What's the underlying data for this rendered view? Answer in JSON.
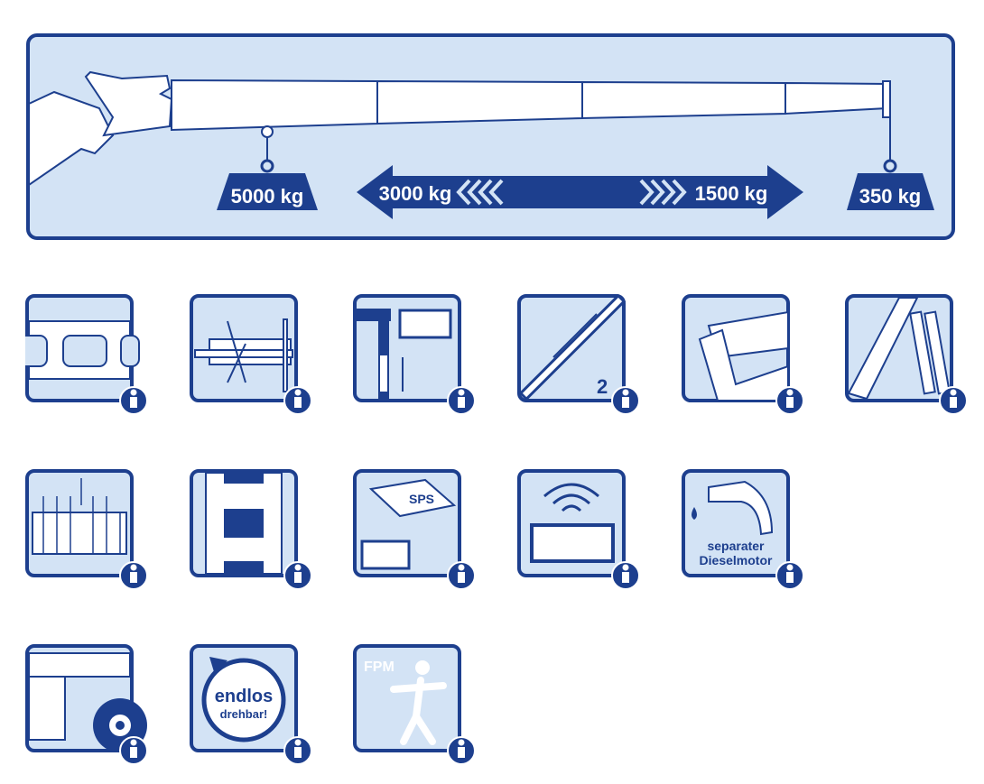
{
  "colors": {
    "dark": "#1d3f8e",
    "light": "#d3e3f5",
    "white": "#ffffff"
  },
  "banner": {
    "load_base": "5000 kg",
    "load_mid_left": "3000 kg",
    "load_mid_right": "1500 kg",
    "load_tip": "350 kg"
  },
  "icons": [
    {
      "name": "rail-profile"
    },
    {
      "name": "outrigger-support"
    },
    {
      "name": "remote-height-control"
    },
    {
      "name": "boom-extension",
      "label": "2"
    },
    {
      "name": "knuckle-joint"
    },
    {
      "name": "hydraulic-cylinder"
    },
    {
      "name": "lift-grid"
    },
    {
      "name": "chain-track"
    },
    {
      "name": "sps-control",
      "label": "SPS"
    },
    {
      "name": "radio-remote"
    },
    {
      "name": "diesel-engine",
      "label_1": "separater",
      "label_2": "Dieselmotor"
    },
    {
      "name": "truck-cab"
    },
    {
      "name": "endless-rotation",
      "label_1": "endlos",
      "label_2": "drehbar!"
    },
    {
      "name": "fall-protection",
      "label": "FPM"
    }
  ],
  "info_label": "i"
}
